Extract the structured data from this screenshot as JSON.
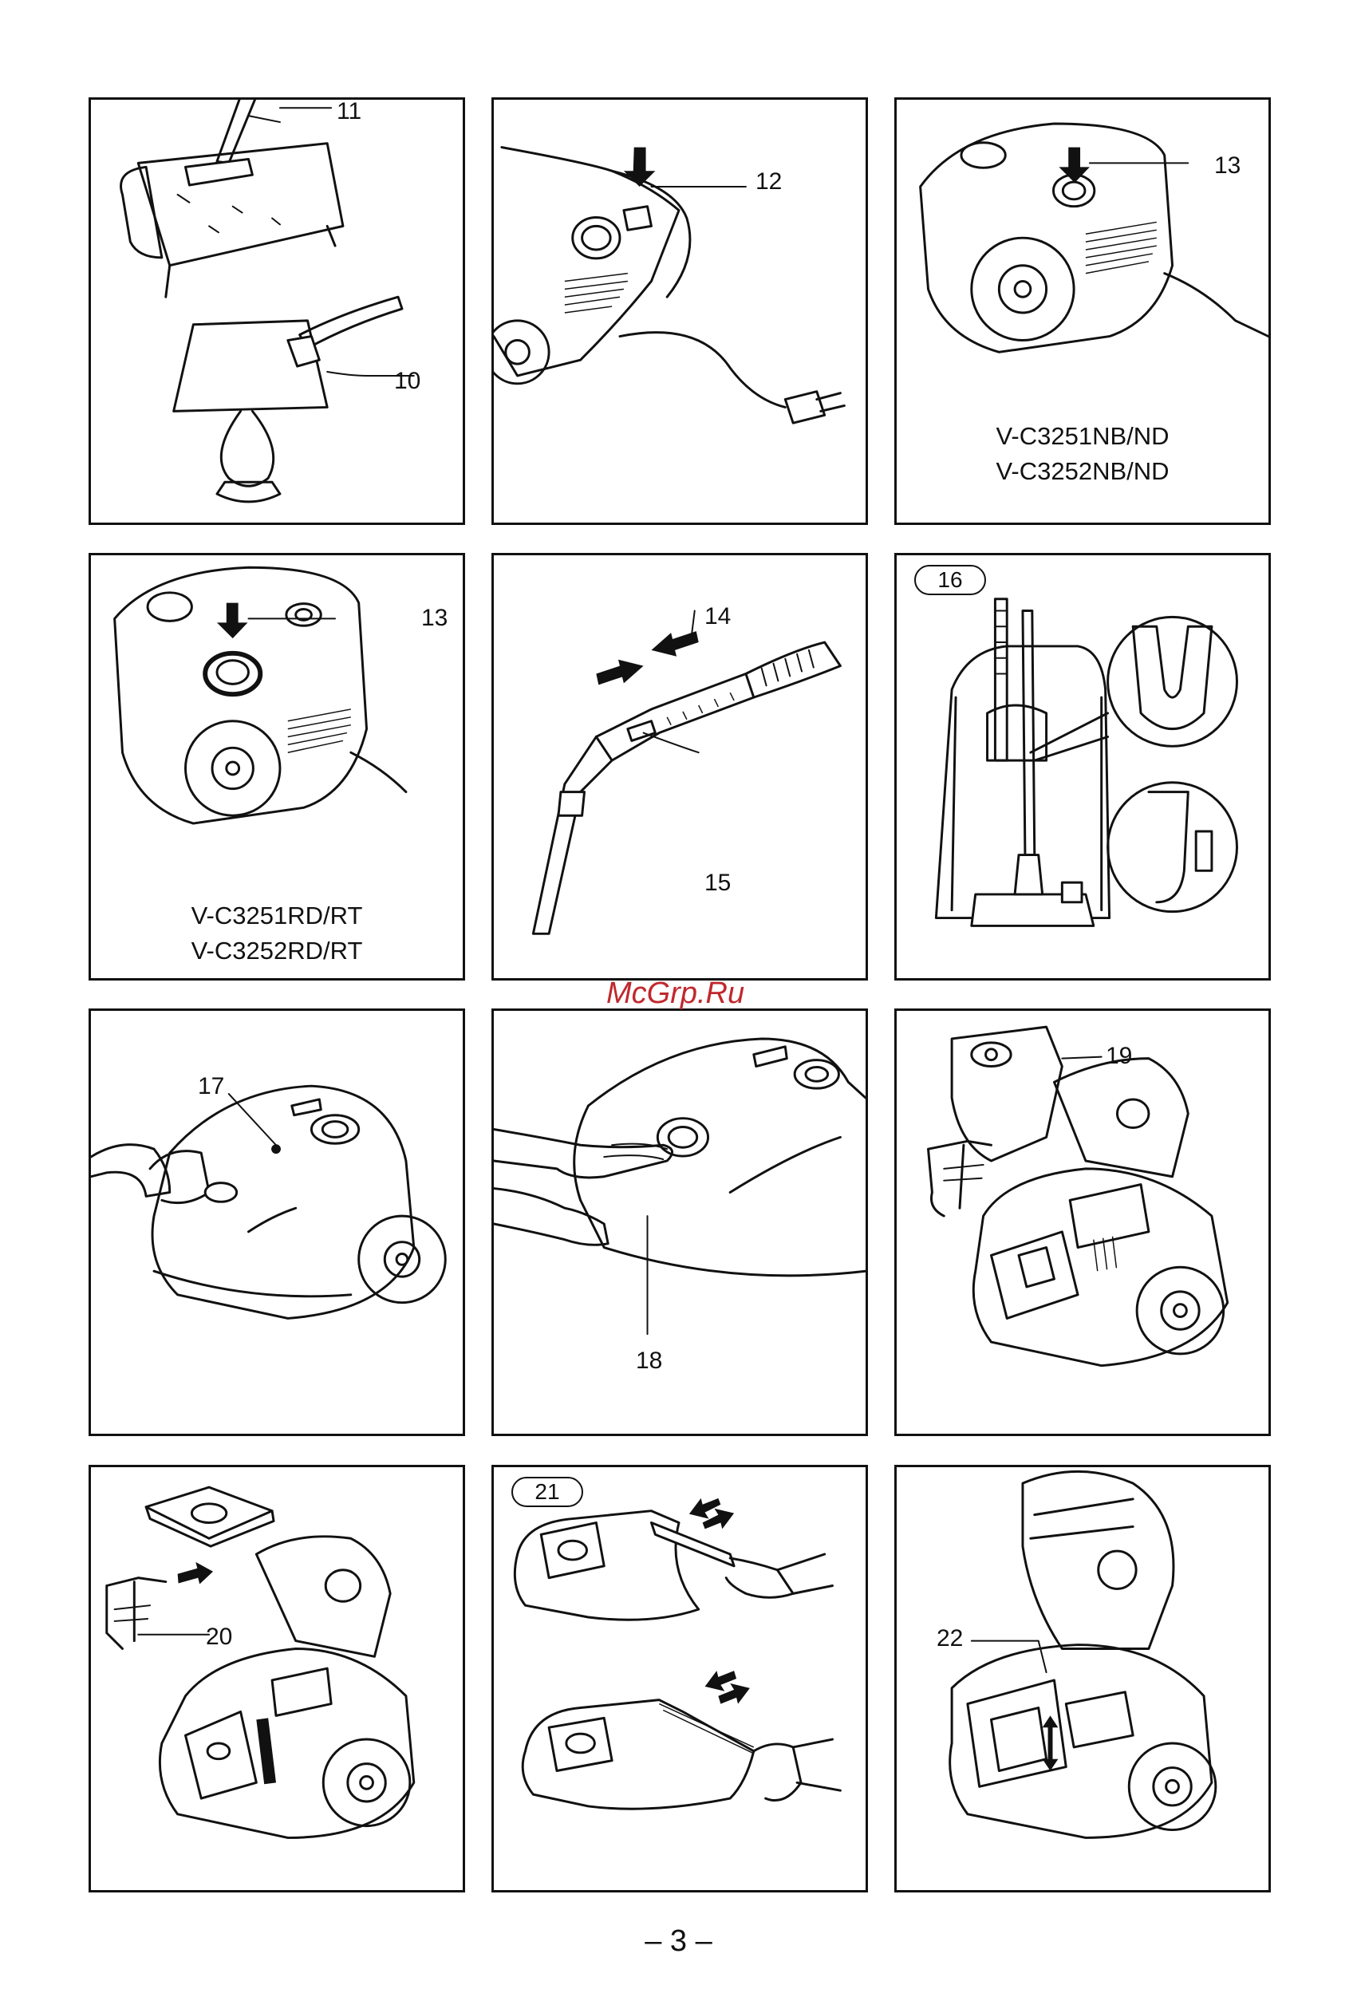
{
  "panels": [
    {
      "callouts": [
        "11",
        "10"
      ]
    },
    {
      "callouts": [
        "12"
      ]
    },
    {
      "callouts": [
        "13"
      ],
      "models": [
        "V-C3251NB/ND",
        "V-C3252NB/ND"
      ]
    },
    {
      "callouts": [
        "13"
      ],
      "models": [
        "V-C3251RD/RT",
        "V-C3252RD/RT"
      ]
    },
    {
      "callouts": [
        "14",
        "15"
      ]
    },
    {
      "badge": "16"
    },
    {
      "callouts": [
        "17"
      ]
    },
    {
      "callouts": [
        "18"
      ]
    },
    {
      "callouts": [
        "19"
      ]
    },
    {
      "callouts": [
        "20"
      ]
    },
    {
      "badge": "21"
    },
    {
      "callouts": [
        "22"
      ]
    }
  ],
  "watermark": "McGrp.Ru",
  "page_number": "– 3 –"
}
